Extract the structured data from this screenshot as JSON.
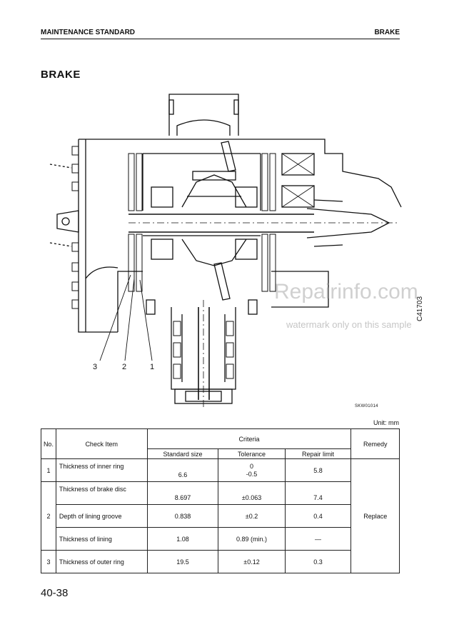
{
  "header": {
    "left": "MAINTENANCE STANDARD",
    "right": "BRAKE"
  },
  "title": "BRAKE",
  "callouts": [
    "3",
    "2",
    "1"
  ],
  "figure_code": "SKW01014",
  "side_code": "C41703",
  "watermark": {
    "line1": "Repairinfo.com",
    "line2": "watermark only on this sample"
  },
  "unit": "Unit: mm",
  "table": {
    "headers": {
      "no": "No.",
      "check": "Check Item",
      "criteria": "Criteria",
      "remedy": "Remedy"
    },
    "subheaders": {
      "standard": "Standard size",
      "tolerance": "Tolerance",
      "repair": "Repair limit"
    },
    "rows": [
      {
        "no": "1",
        "item": "Thickness of inner ring",
        "standard": "6.6",
        "tol_upper": "0",
        "tol_lower": "-0.5",
        "repair": "5.8"
      },
      {
        "no": "",
        "item": "Thickness of brake disc",
        "standard": "8.697",
        "tolerance": "±0.063",
        "repair": "7.4"
      },
      {
        "no": "2",
        "item": "Depth of lining groove",
        "standard": "0.838",
        "tolerance": "±0.2",
        "repair": "0.4"
      },
      {
        "no": "",
        "item": "Thickness of lining",
        "standard": "1.08",
        "tolerance": "0.89 (min.)",
        "repair": "—"
      },
      {
        "no": "3",
        "item": "Thickness of outer ring",
        "standard": "19.5",
        "tolerance": "±0.12",
        "repair": "0.3"
      }
    ],
    "remedy": "Replace"
  },
  "page_number": "40-38"
}
